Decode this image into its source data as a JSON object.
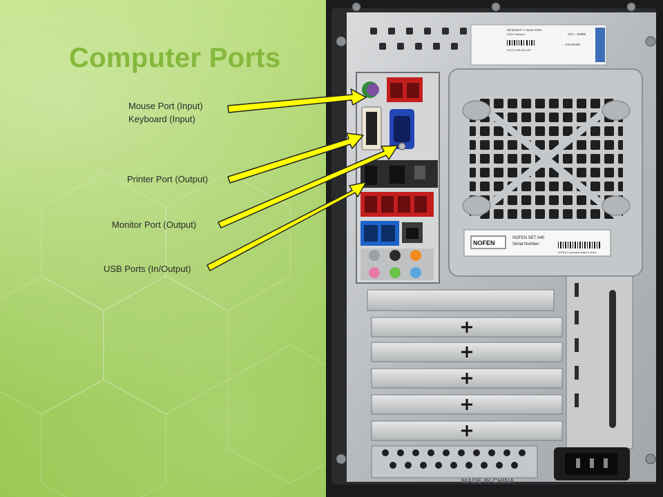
{
  "slide": {
    "title": "Computer Ports"
  },
  "labels": {
    "mouse": "Mouse Port (Input)",
    "keyboard": "Keyboard (Input)",
    "printer": "Printer Port (Output)",
    "monitor": "Monitor Port (Output)",
    "usb": "USB Ports (In/Output)"
  },
  "case_stickers": {
    "coa_line1": "Windows® 7 Home Prem",
    "coa_line2": "OEM Software",
    "coa_code": "GFC - 02868",
    "coa_number": "00174-035-651-007",
    "coa_side": "X16-93445",
    "brand": "NOFEN",
    "model": "NOFEN SET A40",
    "serial_label": "Serial Number :",
    "serial_footer": "NOFEN Corporation    Made in China",
    "made_in": "MADE IN CHINA"
  },
  "colors": {
    "title_green": "#85b83c",
    "arrow_yellow": "#ffff00",
    "label_text": "#2a2a2a"
  }
}
